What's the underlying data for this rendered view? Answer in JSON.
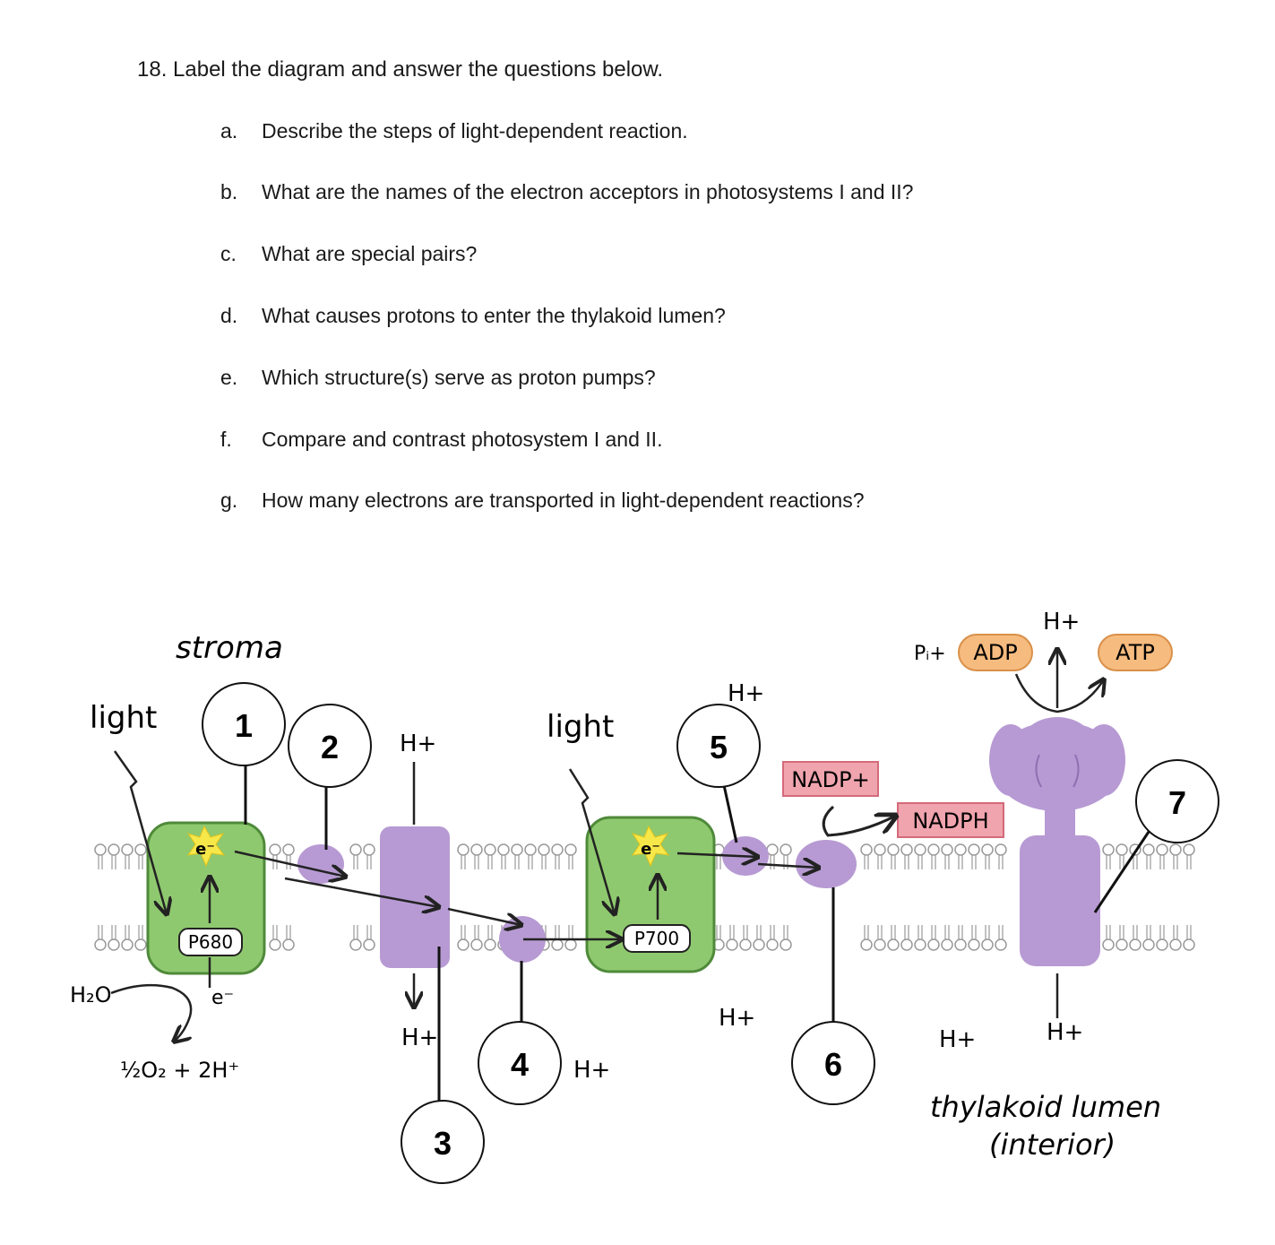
{
  "question": {
    "title": "18. Label the diagram and answer the questions below.",
    "items": [
      {
        "letter": "a.",
        "text": "Describe the steps of light-dependent reaction."
      },
      {
        "letter": "b.",
        "text": "What are the names of the electron acceptors in photosystems I and II?"
      },
      {
        "letter": "c.",
        "text": "What are special pairs?"
      },
      {
        "letter": "d.",
        "text": "What causes protons to enter the thylakoid lumen?"
      },
      {
        "letter": "e.",
        "text": "Which structure(s) serve as proton pumps?"
      },
      {
        "letter": "f.",
        "text": "Compare and contrast photosystem I and II."
      },
      {
        "letter": "g.",
        "text": "How many electrons are transported in light-dependent reactions?"
      }
    ]
  },
  "diagram": {
    "stroma": "stroma",
    "lumen_line1": "thylakoid lumen",
    "lumen_line2": "(interior)",
    "light": "light",
    "h2o": "H₂O",
    "o2": "½O₂ + 2H⁺",
    "electron": "e⁻",
    "proton": "H+",
    "p680": "P680",
    "p700": "P700",
    "nadp": "NADP+",
    "nadph": "NADPH",
    "pi": "Pᵢ+",
    "adp": "ADP",
    "atp": "ATP",
    "numbers": [
      "1",
      "2",
      "3",
      "4",
      "5",
      "6",
      "7"
    ],
    "colors": {
      "photosystem": "#8fc96f",
      "protein": "#b79ad3",
      "nadp_box": "#f0a4ae",
      "adp_atp": "#f6bb7f",
      "star": "#f7e84a"
    }
  }
}
